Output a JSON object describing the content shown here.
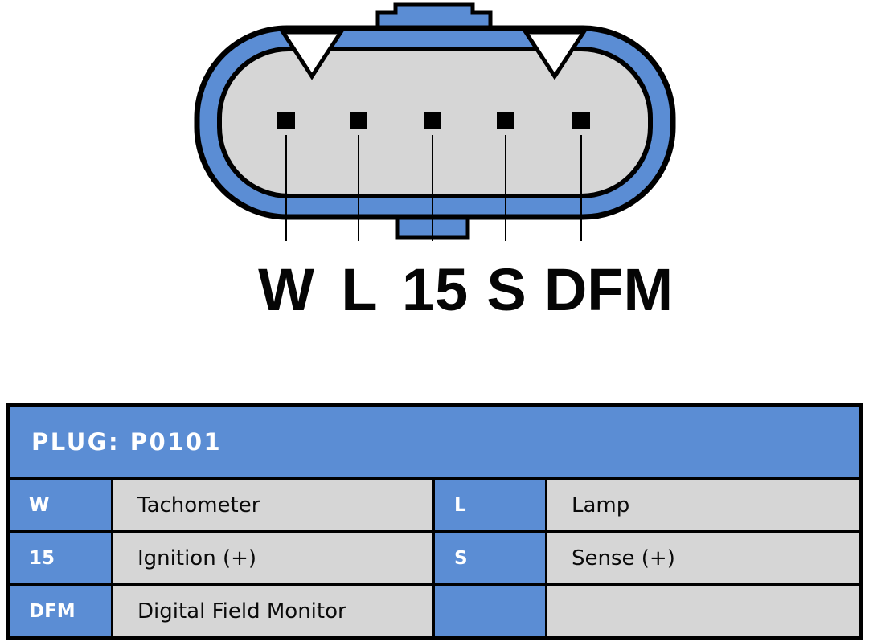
{
  "colors": {
    "blue": "#5b8dd4",
    "gray": "#d6d6d6",
    "outline": "#000000",
    "text_light": "#ffffff",
    "text_dark": "#0a0a0a"
  },
  "connector": {
    "pin_labels": [
      "W",
      "L",
      "15",
      "S",
      "DFM"
    ]
  },
  "table": {
    "title": "PLUG: P0101",
    "rows": [
      {
        "cells": [
          {
            "pin": "W",
            "description": "Tachometer"
          },
          {
            "pin": "L",
            "description": "Lamp"
          }
        ]
      },
      {
        "cells": [
          {
            "pin": "15",
            "description": "Ignition (+)"
          },
          {
            "pin": "S",
            "description": "Sense (+)"
          }
        ]
      },
      {
        "cells": [
          {
            "pin": "DFM",
            "description": "Digital Field Monitor"
          },
          {
            "pin": "",
            "description": ""
          }
        ]
      }
    ]
  }
}
